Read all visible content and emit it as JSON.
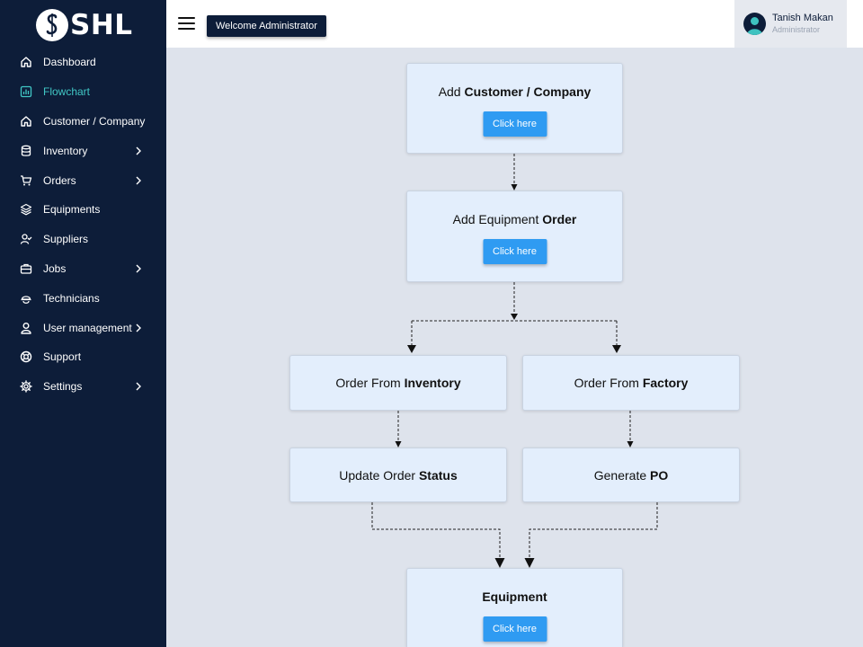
{
  "brand": {
    "name": "SHL"
  },
  "header": {
    "welcome": "Welcome Administrator"
  },
  "user": {
    "name": "Tanish Makan",
    "role": "Administrator"
  },
  "sidebar": {
    "items": [
      {
        "label": "Dashboard",
        "icon": "home-icon"
      },
      {
        "label": "Flowchart",
        "icon": "chart-icon",
        "active": true
      },
      {
        "label": "Customer / Company",
        "icon": "home-icon"
      },
      {
        "label": "Inventory",
        "icon": "database-icon",
        "has_submenu": true
      },
      {
        "label": "Orders",
        "icon": "cart-icon",
        "has_submenu": true
      },
      {
        "label": "Equipments",
        "icon": "layers-icon"
      },
      {
        "label": "Suppliers",
        "icon": "user-check-icon"
      },
      {
        "label": "Jobs",
        "icon": "briefcase-icon",
        "has_submenu": true
      },
      {
        "label": "Technicians",
        "icon": "helmet-icon"
      },
      {
        "label": "User management",
        "icon": "user-icon",
        "has_submenu": true
      },
      {
        "label": "Support",
        "icon": "lifebuoy-icon"
      },
      {
        "label": "Settings",
        "icon": "gear-icon",
        "has_submenu": true
      }
    ]
  },
  "flow": {
    "customer": {
      "prefix": "Add ",
      "bold": "Customer / Company",
      "button": "Click here"
    },
    "equipment_order": {
      "prefix": "Add Equipment ",
      "bold": "Order",
      "button": "Click here"
    },
    "inventory": {
      "prefix": "Order From ",
      "bold": "Inventory"
    },
    "factory": {
      "prefix": "Order From ",
      "bold": "Factory"
    },
    "status": {
      "prefix": "Update Order ",
      "bold": "Status"
    },
    "po": {
      "prefix": "Generate ",
      "bold": "PO"
    },
    "equipment": {
      "bold": "Equipment",
      "button": "Click here"
    }
  },
  "colors": {
    "sidebar": "#0d1d39",
    "accent": "#41c7c5",
    "button": "#2f9bf2",
    "box": "#e3eefc",
    "canvas": "#dee3ec"
  }
}
